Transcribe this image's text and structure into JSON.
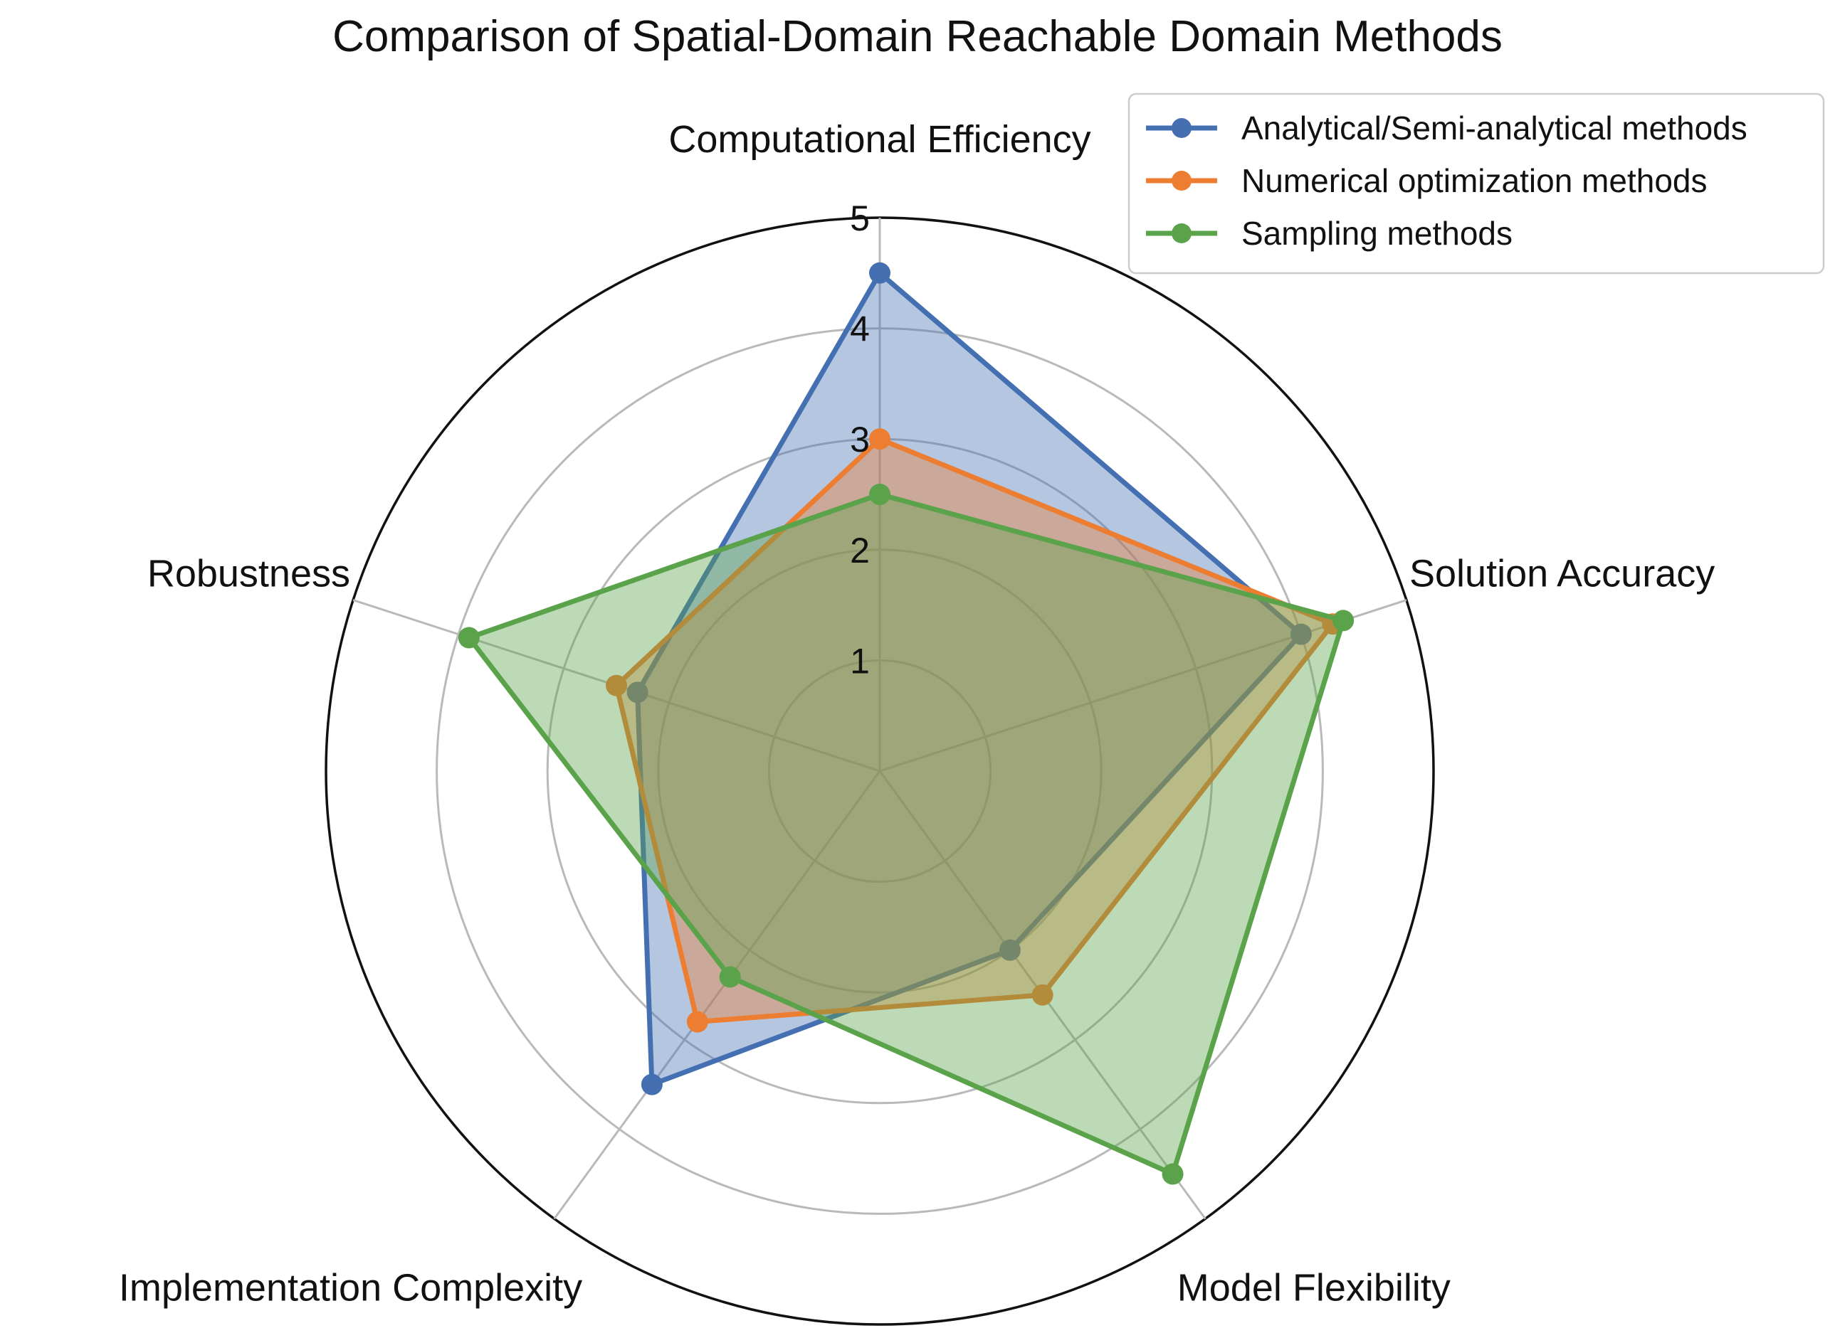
{
  "chart_data": {
    "type": "radar",
    "title": "Comparison of Spatial-Domain Reachable Domain Methods",
    "axes": [
      "Computational Efficiency",
      "Solution Accuracy",
      "Model Flexibility",
      "Implementation Complexity",
      "Robustness"
    ],
    "rlim": [
      0,
      5
    ],
    "rticks": [
      1,
      2,
      3,
      4,
      5
    ],
    "grid": true,
    "legend_position": "top-right",
    "series": [
      {
        "name": "Analytical/Semi-analytical methods",
        "values": [
          4.5,
          4.0,
          2.0,
          3.5,
          2.3
        ],
        "color": "#4470b2"
      },
      {
        "name": "Numerical optimization methods",
        "values": [
          3.0,
          4.3,
          2.5,
          2.8,
          2.5
        ],
        "color": "#ed7d31"
      },
      {
        "name": "Sampling methods",
        "values": [
          2.5,
          4.4,
          4.5,
          2.3,
          3.9
        ],
        "color": "#5aa34a"
      }
    ]
  }
}
